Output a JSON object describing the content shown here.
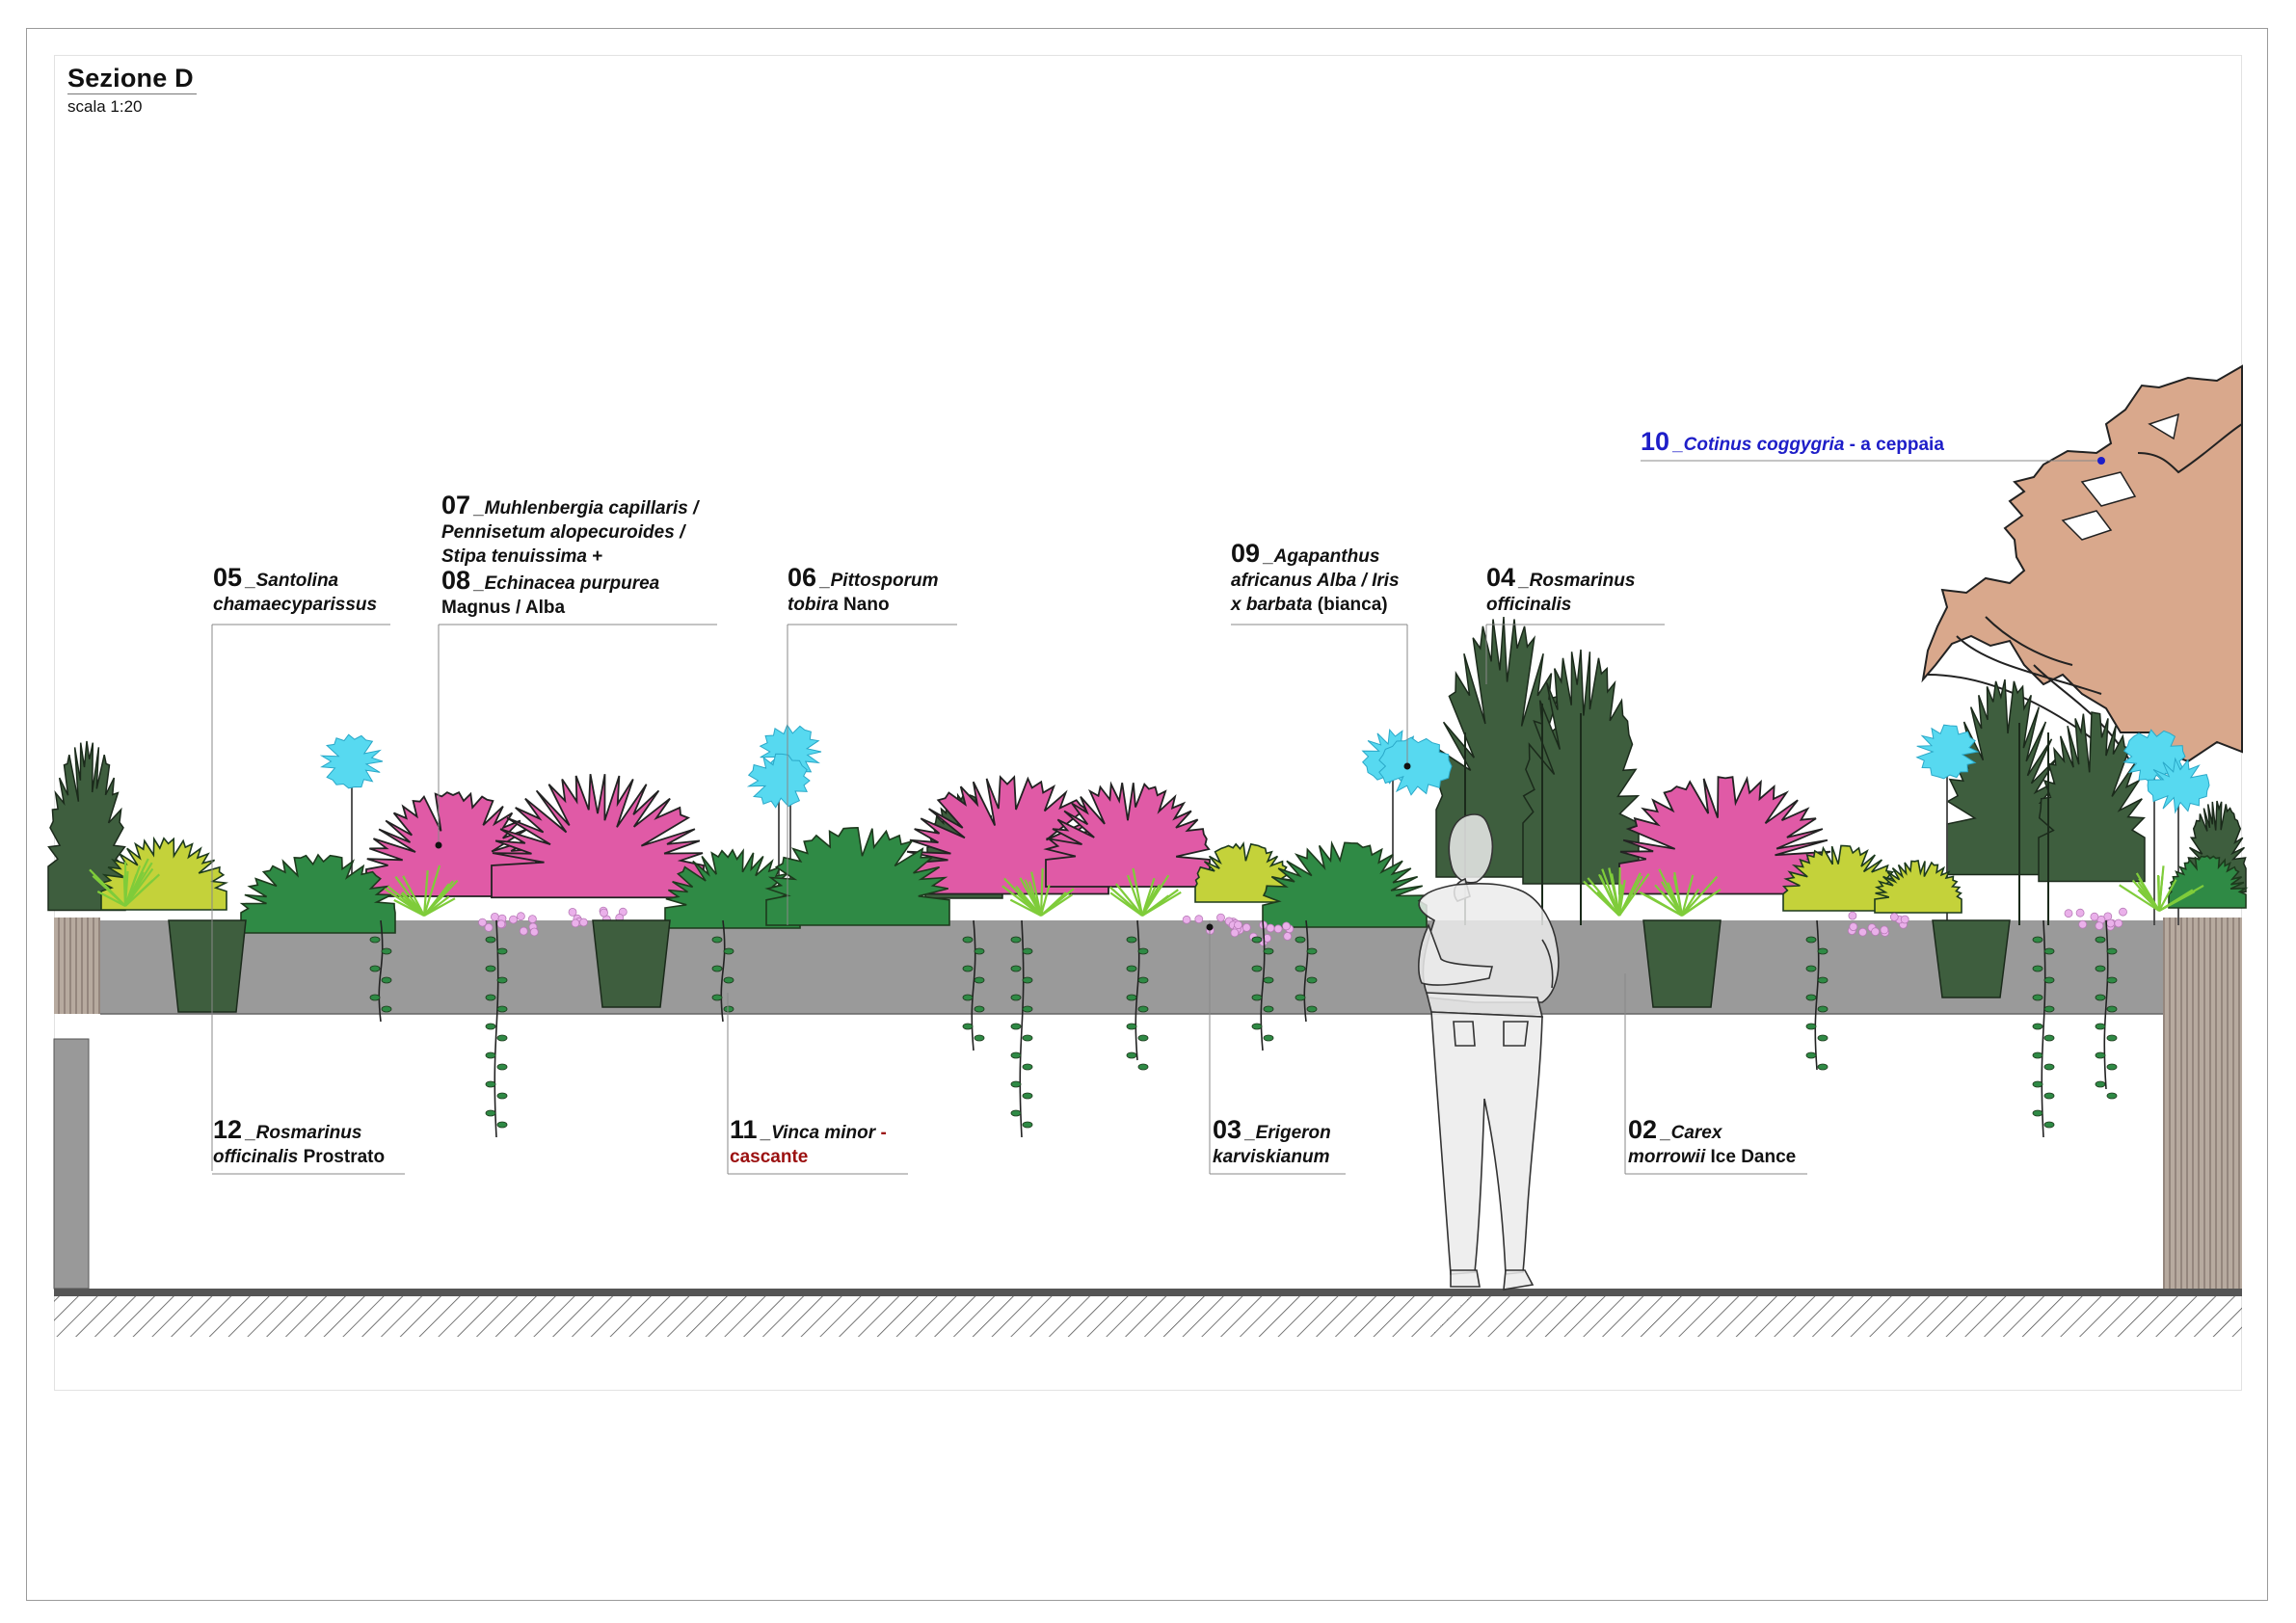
{
  "title": "Sezione D",
  "scale": "scala 1:20",
  "labels": [
    {
      "id": "05",
      "num": "05",
      "line1": "_Santolina",
      "line2_sci": "chamaecyparissus",
      "line2_tail": ""
    },
    {
      "id": "07",
      "num": "07",
      "line1": "_Muhlenbergia capillaris /",
      "line2_sci": "Pennisetum alopecuroides /",
      "line3_sci": "Stipa tenuissima",
      "line3_tail": " +",
      "num2": "08",
      "line4": "_Echinacea purpurea",
      "line5_tail": "Magnus / Alba"
    },
    {
      "id": "06",
      "num": "06",
      "line1": "_Pittosporum",
      "line2_sci": "tobira",
      "line2_tail": " Nano"
    },
    {
      "id": "09",
      "num": "09",
      "line1": "_Agapanthus",
      "line2_sci": "africanus Alba / Iris",
      "line3_sci": "x barbata",
      "line3_tail": " (bianca)"
    },
    {
      "id": "04",
      "num": "04",
      "line1": "_Rosmarinus",
      "line2_sci": "officinalis",
      "line2_tail": ""
    },
    {
      "id": "10",
      "num": "10",
      "line1_sci": "_Cotinus coggygria",
      "line1_tail": " - a ceppaia"
    },
    {
      "id": "12",
      "num": "12",
      "line1": "_Rosmarinus",
      "line2_sci": "officinalis",
      "line2_tail": " Prostrato"
    },
    {
      "id": "11",
      "num": "11",
      "line1": "_Vinca minor",
      "line1_tail": " -",
      "line2_tail": "cascante"
    },
    {
      "id": "03",
      "num": "03",
      "line1": "_Erigeron",
      "line2_sci": "karviskianum",
      "line2_tail": ""
    },
    {
      "id": "02",
      "num": "02",
      "line1": "_Carex",
      "line2_sci": "morrowii",
      "line2_tail": " Ice Dance"
    }
  ],
  "colors": {
    "planter": "#9a9a9a",
    "dark_green": "#3e5e3e",
    "mid_green": "#2f8a45",
    "lime": "#c4d23a",
    "magenta": "#e05aa6",
    "cyan": "#57d9f0",
    "pink_flower": "#eab0ea",
    "cotinus": "#d9a88c",
    "label_blue": "#1e1ec8",
    "label_red": "#9b1010"
  }
}
